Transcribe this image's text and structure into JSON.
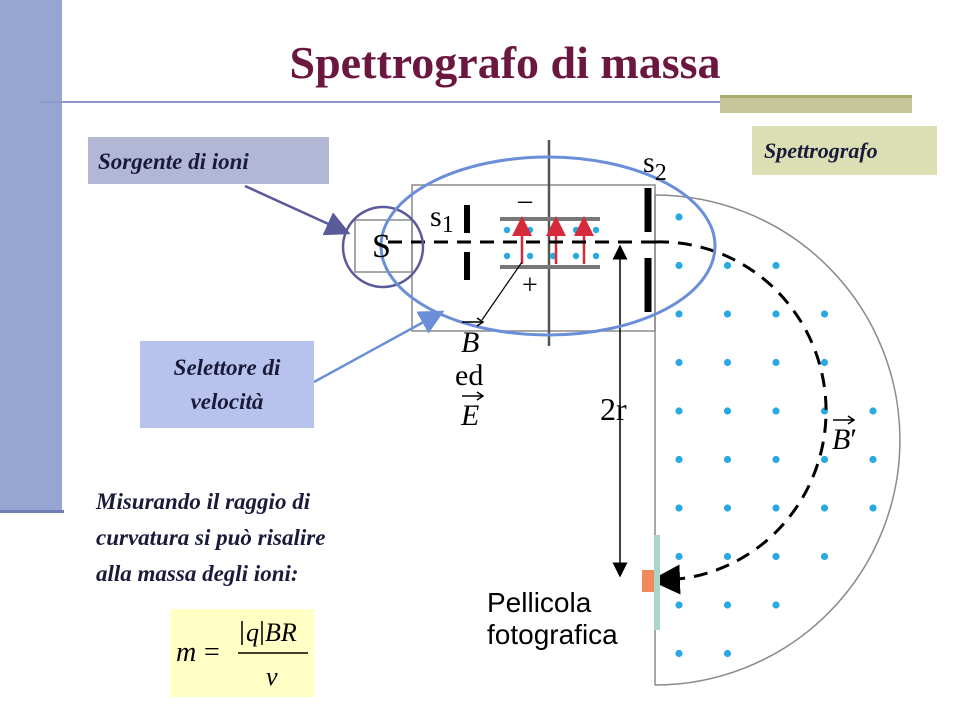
{
  "title": "Spettrografo di massa",
  "labels": {
    "source": "Sorgente di ioni",
    "spectrograph": "Spettrografo",
    "selector": [
      "Selettore di",
      "velocità"
    ],
    "description": [
      "Misurando il raggio di",
      "curvatura si può risalire",
      "alla massa degli ioni:"
    ]
  },
  "formula": {
    "lhs": "m",
    "equals": "=",
    "charge": "q",
    "numerator_rest": "BR",
    "denominator": "v"
  },
  "diagram": {
    "source_symbol": "S",
    "slit1": "s",
    "slit1_sub": "1",
    "slit2": "s",
    "slit2_sub": "2",
    "minus": "–",
    "plus": "+",
    "field_b": "B",
    "ed": "ed",
    "field_e": "E",
    "diameter": "2r",
    "field_b_prime": "B",
    "prime": "′",
    "film": [
      "Pellicola",
      "fotografica"
    ]
  },
  "colors": {
    "title": "#6b1740",
    "field_dots": "#29a9e3",
    "arrows": "#d52a3a",
    "highlight_ellipse": "#6a8fd8",
    "pointer": "#5a5a9a",
    "film": "#f08a5a"
  }
}
